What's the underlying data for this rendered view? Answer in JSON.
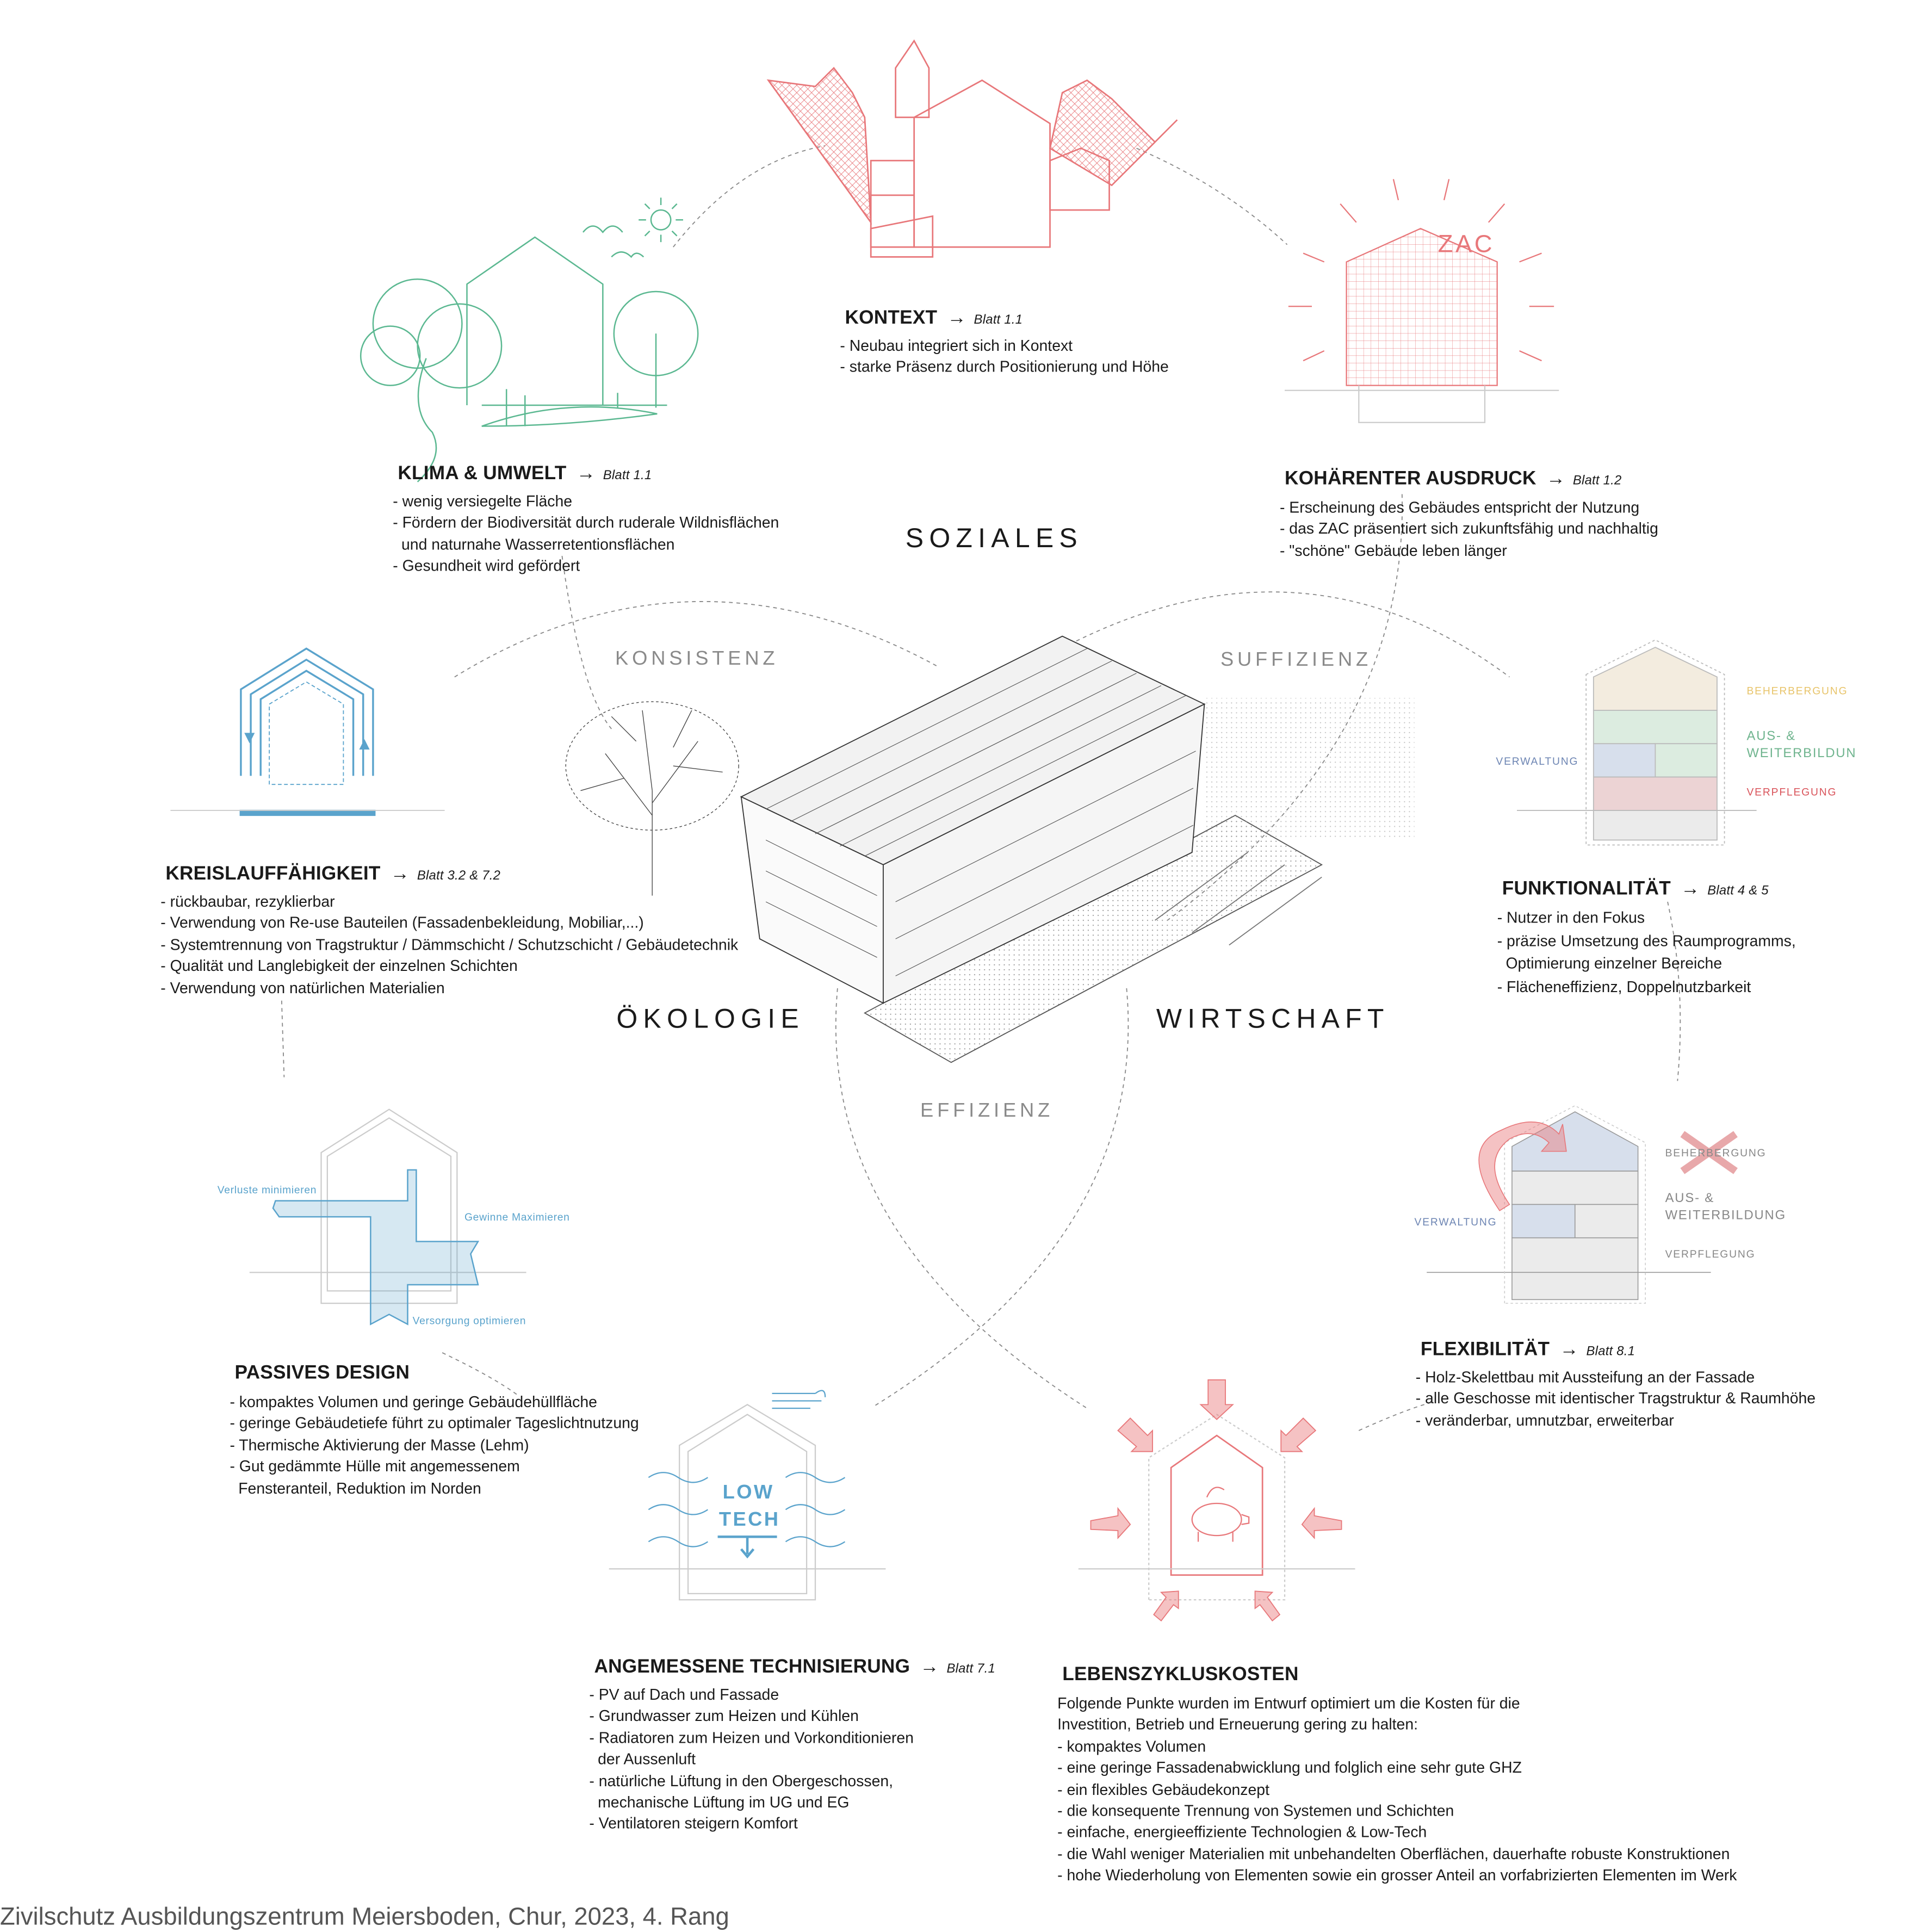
{
  "sections": {
    "kontext": {
      "title": "KONTEXT",
      "arrow": "→",
      "ref": "Blatt 1.1",
      "items": [
        "- Neubau integriert sich in Kontext",
        "- starke Präsenz durch Positionierung und Höhe"
      ]
    },
    "klima": {
      "title": "KLIMA & UMWELT",
      "arrow": "→",
      "ref": "Blatt 1.1",
      "items": [
        "- wenig versiegelte Fläche",
        "- Fördern der Biodiversität durch ruderale Wildnisflächen",
        "  und naturnahe Wasserretentionsflächen",
        "- Gesundheit wird gefördert"
      ]
    },
    "ausdruck": {
      "title": "KOHÄRENTER AUSDRUCK",
      "arrow": "→",
      "ref": "Blatt 1.2",
      "items": [
        "- Erscheinung des Gebäudes entspricht der Nutzung",
        "- das ZAC präsentiert sich zukunftsfähig und nachhaltig",
        "- \"schöne\" Gebäude leben länger"
      ]
    },
    "kreislauf": {
      "title": "KREISLAUFFÄHIGKEIT",
      "arrow": "→",
      "ref": "Blatt 3.2 & 7.2",
      "items": [
        "- rückbaubar, rezyklierbar",
        "- Verwendung von Re-use Bauteilen (Fassadenbekleidung, Mobiliar,...)",
        "- Systemtrennung von Tragstruktur / Dämmschicht / Schutzschicht / Gebäudetechnik",
        "- Qualität und Langlebigkeit der einzelnen Schichten",
        "- Verwendung von natürlichen Materialien"
      ]
    },
    "funktion": {
      "title": "FUNKTIONALITÄT",
      "arrow": "→",
      "ref": "Blatt 4 & 5",
      "items": [
        "- Nutzer in den Fokus",
        "- präzise Umsetzung des Raumprogramms,",
        "  Optimierung einzelner Bereiche",
        "- Flächeneffizienz, Doppelnutzbarkeit"
      ]
    },
    "passiv": {
      "title": "PASSIVES DESIGN",
      "items": [
        "- kompaktes Volumen und geringe Gebäudehüllfläche",
        "- geringe Gebäudetiefe führt zu optimaler Tageslichtnutzung",
        "- Thermische Aktivierung der Masse (Lehm)",
        "- Gut gedämmte Hülle mit angemessenem",
        "  Fensteranteil, Reduktion im Norden"
      ]
    },
    "flex": {
      "title": "FLEXIBILITÄT",
      "arrow": "→",
      "ref": "Blatt 8.1",
      "items": [
        "- Holz-Skelettbau mit Aussteifung an der Fassade",
        "- alle Geschosse mit identischer Tragstruktur & Raumhöhe",
        "- veränderbar, umnutzbar, erweiterbar"
      ]
    },
    "technik": {
      "title": "ANGEMESSENE TECHNISIERUNG",
      "arrow": "→",
      "ref": "Blatt 7.1",
      "items": [
        "- PV auf Dach und Fassade",
        "- Grundwasser zum Heizen und Kühlen",
        "- Radiatoren zum Heizen und Vorkonditionieren",
        "  der Aussenluft",
        "- natürliche Lüftung in den Obergeschossen,",
        "  mechanische Lüftung im UG und EG",
        "- Ventilatoren steigern Komfort"
      ]
    },
    "kosten": {
      "title": "LEBENSZYKLUSKOSTEN",
      "items": [
        "Folgende Punkte wurden im Entwurf optimiert um die Kosten für die",
        "Investition, Betrieb und Erneuerung gering zu halten:",
        "- kompaktes Volumen",
        "- eine geringe Fassadenabwicklung und folglich eine sehr gute GHZ",
        "- ein flexibles Gebäudekonzept",
        "- die konsequente Trennung von Systemen und Schichten",
        "- einfache, energieeffiziente Technologien & Low-Tech",
        "- die Wahl weniger Materialien mit unbehandelten Oberflächen, dauerhafte robuste Konstruktionen",
        "- hohe Wiederholung von Elementen sowie ein grosser Anteil an vorfabrizierten Elementen im Werk"
      ]
    }
  },
  "pillars": {
    "soziales": "SOZIALES",
    "oekologie": "ÖKOLOGIE",
    "wirtschaft": "WIRTSCHAFT"
  },
  "strategies": {
    "konsistenz": "KONSISTENZ",
    "suffizienz": "SUFFIZIENZ",
    "effizienz": "EFFIZIENZ"
  },
  "diagrams": {
    "zac_label": "ZAC",
    "funktion": {
      "beherbergung": "BEHERBERGUNG",
      "aus": "AUS- &",
      "weiter": "WEITERBILDUN",
      "verwaltung": "VERWALTUNG",
      "verpflegung": "VERPFLEGUNG"
    },
    "flex": {
      "beherbergung": "BEHERBERGUNG",
      "aus": "AUS- &",
      "weiter": "WEITERBILDUNG",
      "verwaltung": "VERWALTUNG",
      "verpflegung": "VERPFLEGUNG"
    },
    "passiv": {
      "verluste": "Verluste minimieren",
      "gewinne": "Gewinne Maximieren",
      "versorgung": "Versorgung optimieren"
    },
    "lowtech": {
      "low": "LOW",
      "tech": "TECH"
    }
  },
  "colors": {
    "red": "#e8777a",
    "green": "#5bb891",
    "blue": "#5aa3cc",
    "gray": "#8a8a8a",
    "beige": "#f3ecdf",
    "lightgreen": "#dcece0",
    "lightblue": "#d7dfec",
    "pink": "#ecd3d4",
    "yellow": "#e8c46a"
  },
  "footer": "Zivilschutz Ausbildungszentrum Meiersboden, Chur, 2023, 4. Rang"
}
